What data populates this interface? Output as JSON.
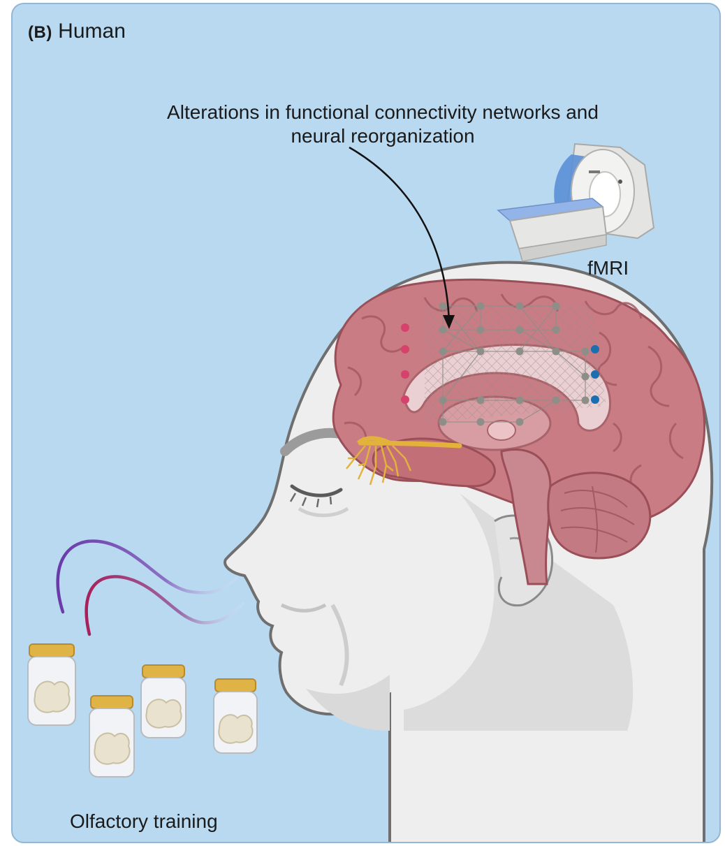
{
  "panel": {
    "label_letter": "(B)",
    "label_text": "Human",
    "background": "#b9d9f1",
    "border": "#93b6d4"
  },
  "annotation": {
    "line1": "Alterations in functional connectivity networks  and",
    "line2": "neural reorganization"
  },
  "scanner": {
    "label": "fMRI"
  },
  "training": {
    "label": "Olfactory training",
    "jar_count": 4
  },
  "brain_nodes": {
    "left_color": "#d6426b",
    "right_color": "#1b6fb0",
    "network_color": "#8e8e88"
  },
  "icons": [
    "mri-scanner-icon",
    "human-head-icon",
    "brain-icon",
    "odor-jar-icon",
    "scent-wave-icon"
  ]
}
